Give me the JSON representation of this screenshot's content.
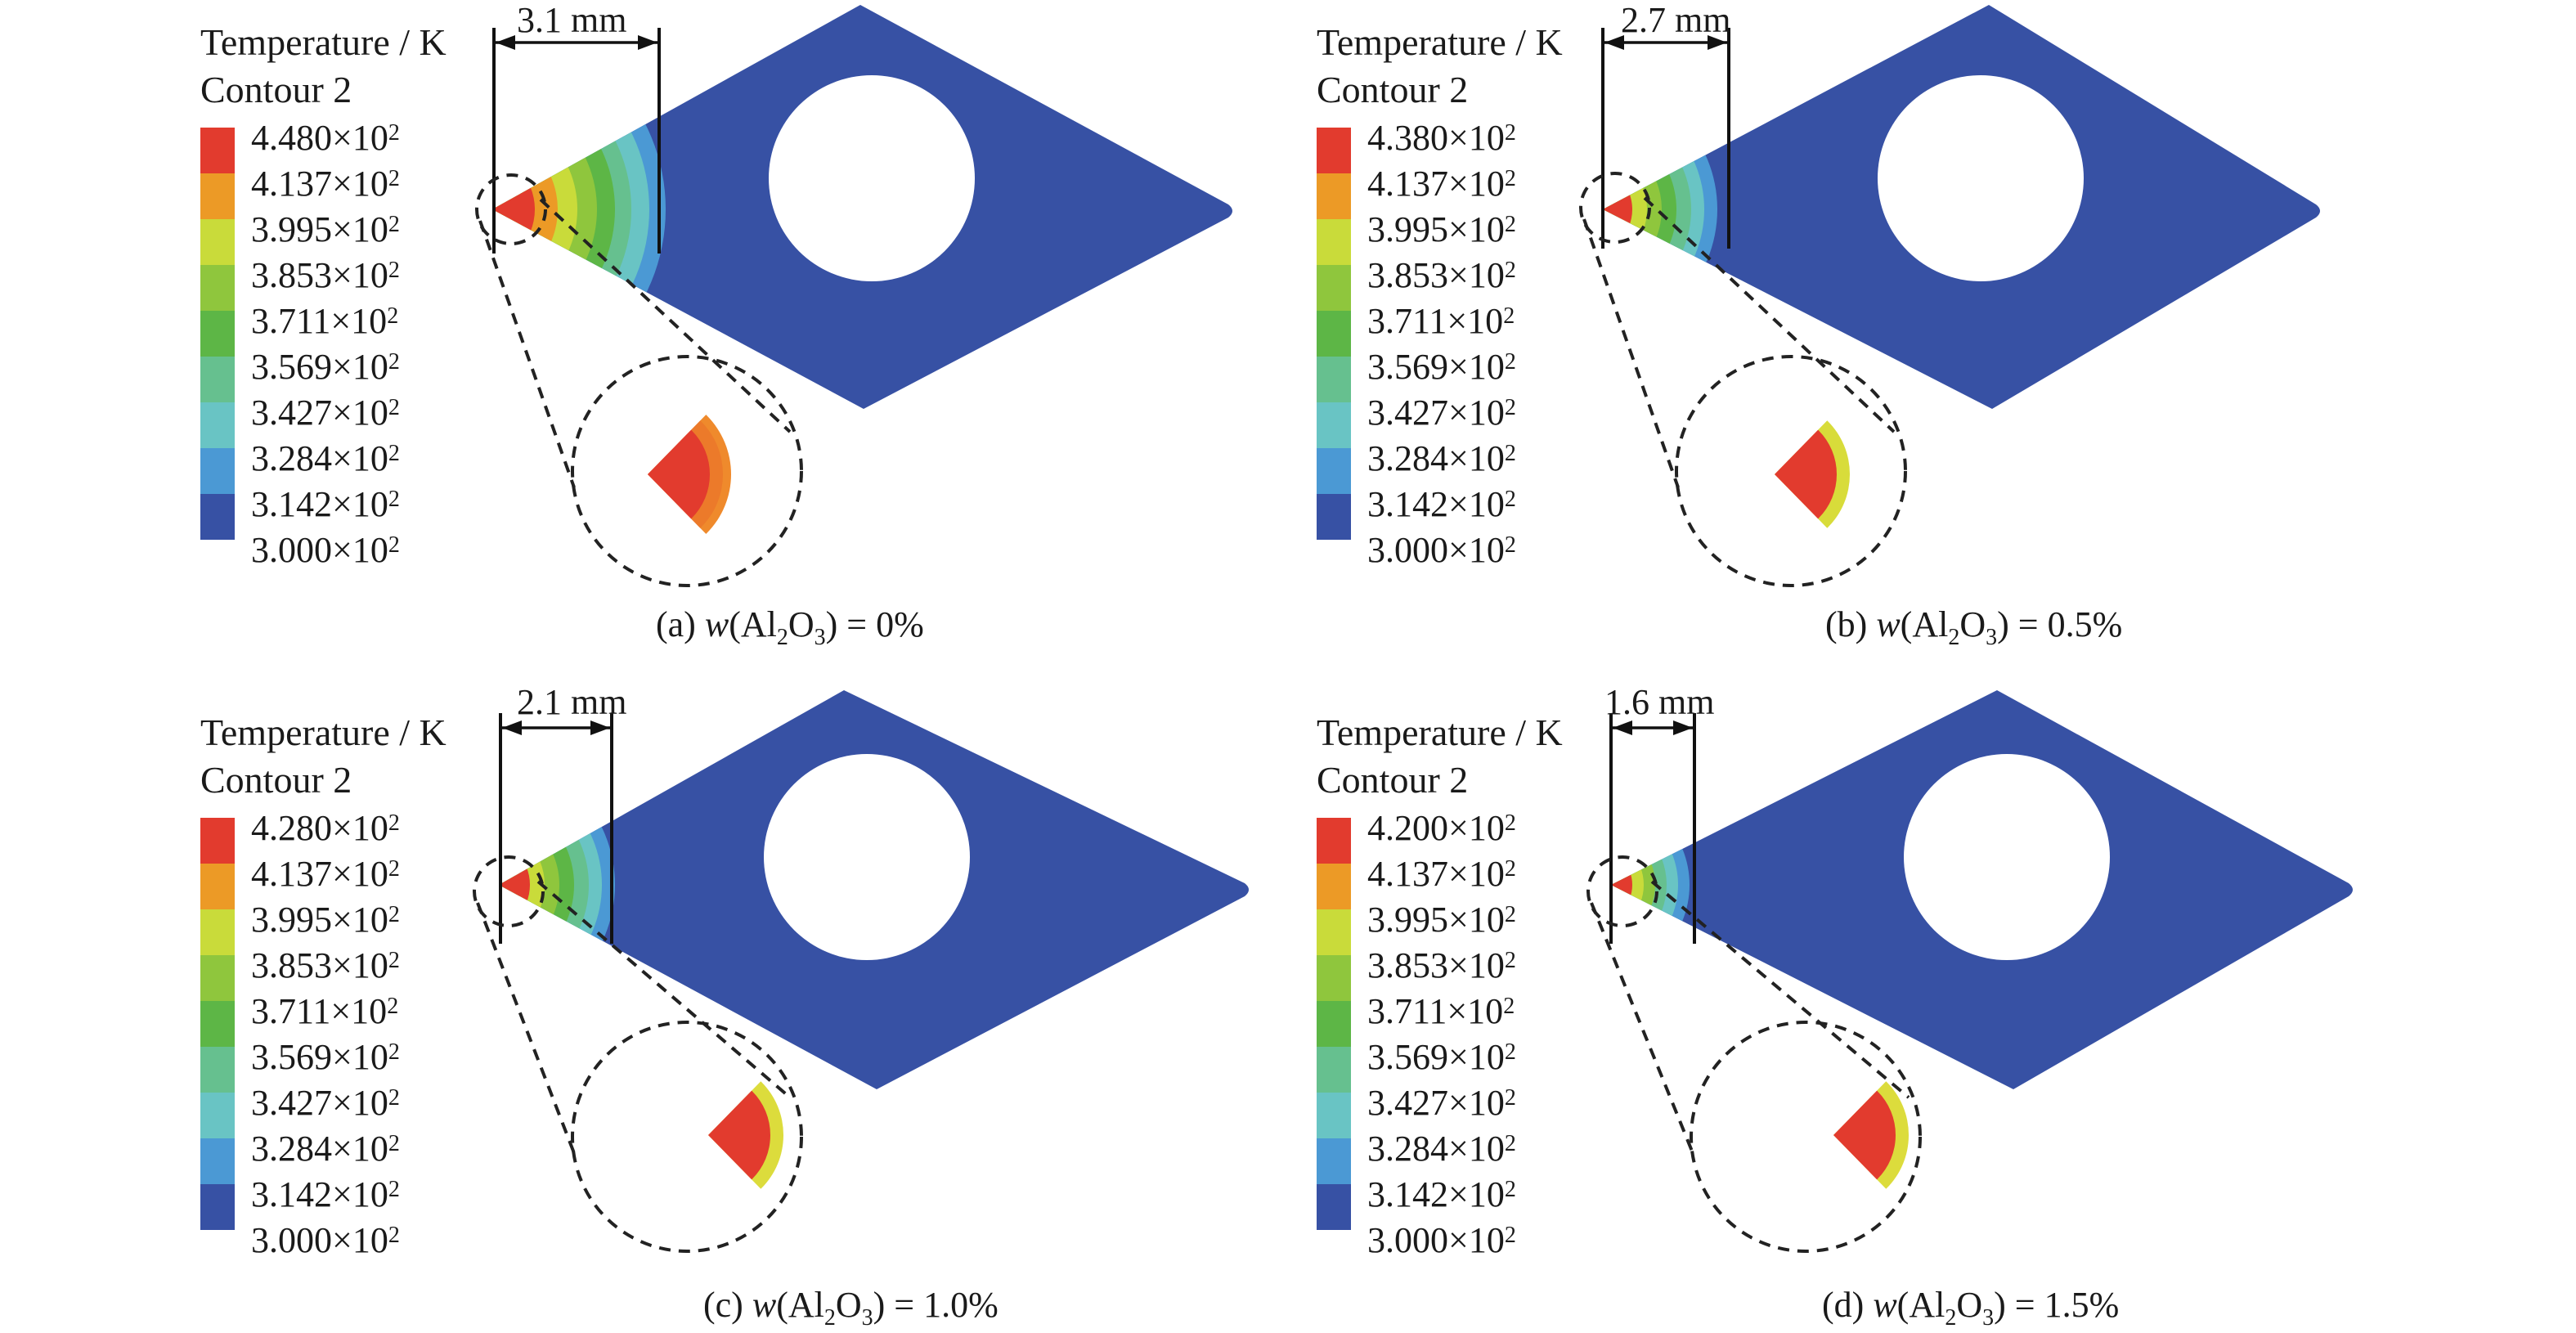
{
  "legend_colors": [
    "#e23b2e",
    "#ec9a26",
    "#c9db3a",
    "#8fc63d",
    "#5db646",
    "#66c08f",
    "#69c4c4",
    "#4b99d4",
    "#3751a4"
  ],
  "body_color": "#3751a4",
  "dashed_color": "#222222",
  "panels": [
    {
      "legend_title": "Temperature / K",
      "legend_subtitle": "Contour 2",
      "legend_max": "4.480×10",
      "dimension": "3.1 mm",
      "caption": {
        "prefix": "(a) ",
        "var": "w",
        "open": "(Al",
        "sub2": "2",
        "o": "O",
        "sub3": "3",
        "close": ") = 0%"
      }
    },
    {
      "legend_title": "Temperature / K",
      "legend_subtitle": "Contour 2",
      "legend_max": "4.380×10",
      "dimension": "2.7 mm",
      "caption": {
        "prefix": "(b) ",
        "var": "w",
        "open": "(Al",
        "sub2": "2",
        "o": "O",
        "sub3": "3",
        "close": ") = 0.5%"
      }
    },
    {
      "legend_title": "Temperature / K",
      "legend_subtitle": "Contour 2",
      "legend_max": "4.280×10",
      "dimension": "2.1 mm",
      "caption": {
        "prefix": "(c) ",
        "var": "w",
        "open": "(Al",
        "sub2": "2",
        "o": "O",
        "sub3": "3",
        "close": ") = 1.0%"
      }
    },
    {
      "legend_title": "Temperature / K",
      "legend_subtitle": "Contour 2",
      "legend_max": "4.200×10",
      "dimension": "1.6 mm",
      "caption": {
        "prefix": "(d) ",
        "var": "w",
        "open": "(Al",
        "sub2": "2",
        "o": "O",
        "sub3": "3",
        "close": ") = 1.5%"
      }
    }
  ],
  "legend_values": [
    "4.137×10",
    "3.995×10",
    "3.853×10",
    "3.711×10",
    "3.569×10",
    "3.427×10",
    "3.284×10",
    "3.142×10",
    "3.000×10"
  ],
  "legend_exponent": "2",
  "heat_zone": [
    {
      "bands": [
        "#e23b2e",
        "#ec9a26",
        "#c9db3a",
        "#8fc63d",
        "#5db646",
        "#66c08f",
        "#69c4c4",
        "#4b99d4"
      ],
      "zoom": [
        "#e23b2e",
        "#ec7a2a",
        "#ef8a2c"
      ]
    },
    {
      "bands": [
        "#e23b2e",
        "#c9db3a",
        "#8fc63d",
        "#5db646",
        "#66c08f",
        "#69c4c4",
        "#4b99d4"
      ],
      "zoom": [
        "#e23b2e",
        "#d8dc3a"
      ]
    },
    {
      "bands": [
        "#e23b2e",
        "#c9db3a",
        "#8fc63d",
        "#5db646",
        "#66c08f",
        "#69c4c4",
        "#4b99d4"
      ],
      "zoom": [
        "#e23b2e",
        "#dcdc3c"
      ]
    },
    {
      "bands": [
        "#e23b2e",
        "#c9db3a",
        "#8fc63d",
        "#66c08f",
        "#69c4c4",
        "#4b99d4"
      ],
      "zoom": [
        "#e23b2e",
        "#dcdc3c"
      ]
    }
  ]
}
